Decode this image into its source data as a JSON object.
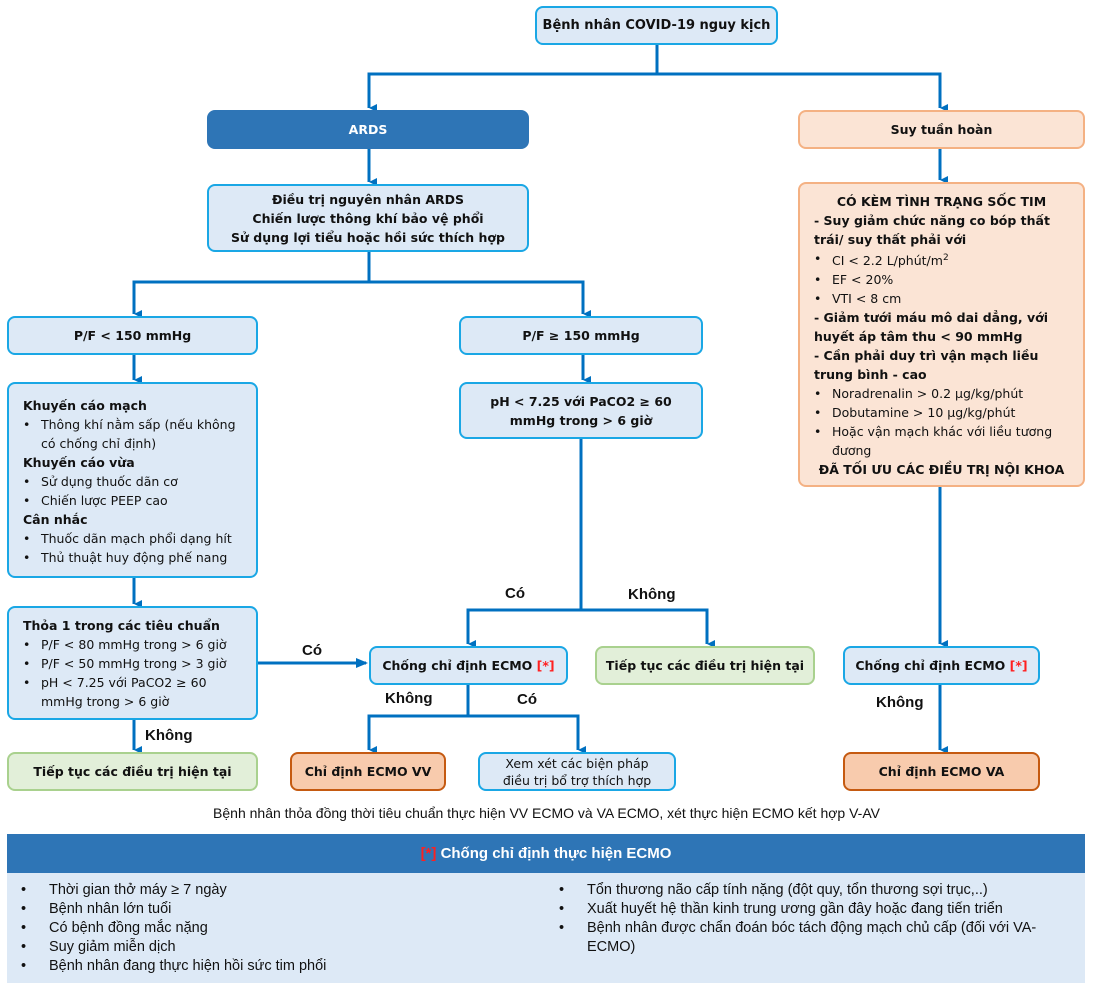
{
  "title": "Bệnh nhân COVID-19 nguy kịch",
  "ards": {
    "label": "ARDS",
    "treatment": [
      "Điều trị nguyên nhân ARDS",
      "Chiến lược thông khí bảo vệ phổi",
      "Sử dụng lợi tiểu hoặc hồi sức thích hợp"
    ],
    "low_pf": {
      "label": "P/F < 150 mmHg",
      "recommendations": [
        {
          "heading": "Khuyến cáo mạch",
          "items": [
            "Thông khí nằm sấp (nếu không có chống chỉ định)"
          ]
        },
        {
          "heading": "Khuyến cáo vừa",
          "items": [
            "Sử dụng thuốc dãn cơ",
            "Chiến lược PEEP cao"
          ]
        },
        {
          "heading": "Cân nhắc",
          "items": [
            "Thuốc dãn mạch phổi dạng hít",
            "Thủ thuật huy động phế nang"
          ]
        }
      ],
      "criteria_heading": "Thỏa 1 trong các tiêu chuẩn",
      "criteria": [
        "P/F < 80 mmHg trong > 6 giờ",
        "P/F < 50 mmHg trong > 3 giờ",
        "pH < 7.25 với PaCO2 ≥ 60 mmHg trong > 6 giờ"
      ],
      "no_label": "Không",
      "yes_label": "Có",
      "continue": "Tiếp tục các điều trị hiện tại"
    },
    "high_pf": {
      "label": "P/F ≥ 150 mmHg",
      "condition": [
        "pH < 7.25 với PaCO2 ≥ 60",
        "mmHg trong > 6 giờ"
      ],
      "yes_label": "Có",
      "no_label": "Không",
      "continue": "Tiếp tục các điều trị hiện tại"
    },
    "contraindication": {
      "label": "Chống chỉ định ECMO",
      "marker": "[*]"
    },
    "cont_no_label": "Không",
    "cont_yes_label": "Có",
    "vv": "Chỉ định ECMO VV",
    "supportive": [
      "Xem xét các biện pháp",
      "điều trị bổ trợ thích hợp"
    ]
  },
  "circulatory": {
    "label": "Suy tuần hoàn",
    "shock": {
      "title": "CÓ KÈM TÌNH TRẠNG SỐC TIM",
      "section1": "- Suy giảm chức năng co bóp thất trái/ suy thất phải với",
      "items1": [
        "CI < 2.2 L/phút/m",
        "EF < 20%",
        "VTI < 8 cm"
      ],
      "ci_sup": "2",
      "section2": "- Giảm tưới máu mô dai dẳng, với huyết áp tâm thu < 90 mmHg",
      "section3": "- Cần phải duy trì vận mạch liều trung bình - cao",
      "items3": [
        "Noradrenalin > 0.2 µg/kg/phút",
        "Dobutamine > 10 µg/kg/phút",
        "Hoặc vận mạch khác với liều tương đương"
      ],
      "footer": "ĐÃ TỐI ƯU CÁC ĐIỀU TRỊ NỘI KHOA"
    },
    "contraindication": {
      "label": "Chống chỉ định ECMO",
      "marker": "[*]"
    },
    "no_label": "Không",
    "va": "Chỉ định ECMO VA"
  },
  "note": "Bệnh nhân thỏa đồng thời tiêu chuẩn thực hiện VV ECMO và VA ECMO, xét thực hiện ECMO kết hợp V-AV",
  "contra_panel": {
    "marker": "[*]",
    "title": "Chống chỉ định thực hiện ECMO",
    "left": [
      "Thời gian thở máy ≥ 7 ngày",
      "Bệnh nhân lớn tuổi",
      "Có bệnh đồng mắc nặng",
      "Suy giảm miễn dịch",
      "Bệnh nhân đang thực hiện hồi sức tim phổi"
    ],
    "right": [
      "Tổn thương não cấp tính nặng (đột quy, tổn thương sợi trục,..)",
      "Xuất huyết hệ thần kinh trung ương gần đây hoặc đang tiến triển",
      "Bệnh nhân được chẩn đoán bóc tách động mạch chủ cấp (đối với VA-ECMO)"
    ]
  },
  "colors": {
    "arrow": "#0070c0",
    "dark_box": "#2e75b6",
    "blue_fill": "#dde9f6",
    "peach_fill": "#fbe4d5",
    "green_fill": "#e2efd9",
    "orange_fill": "#f8cbad",
    "marker": "#ff2020"
  }
}
